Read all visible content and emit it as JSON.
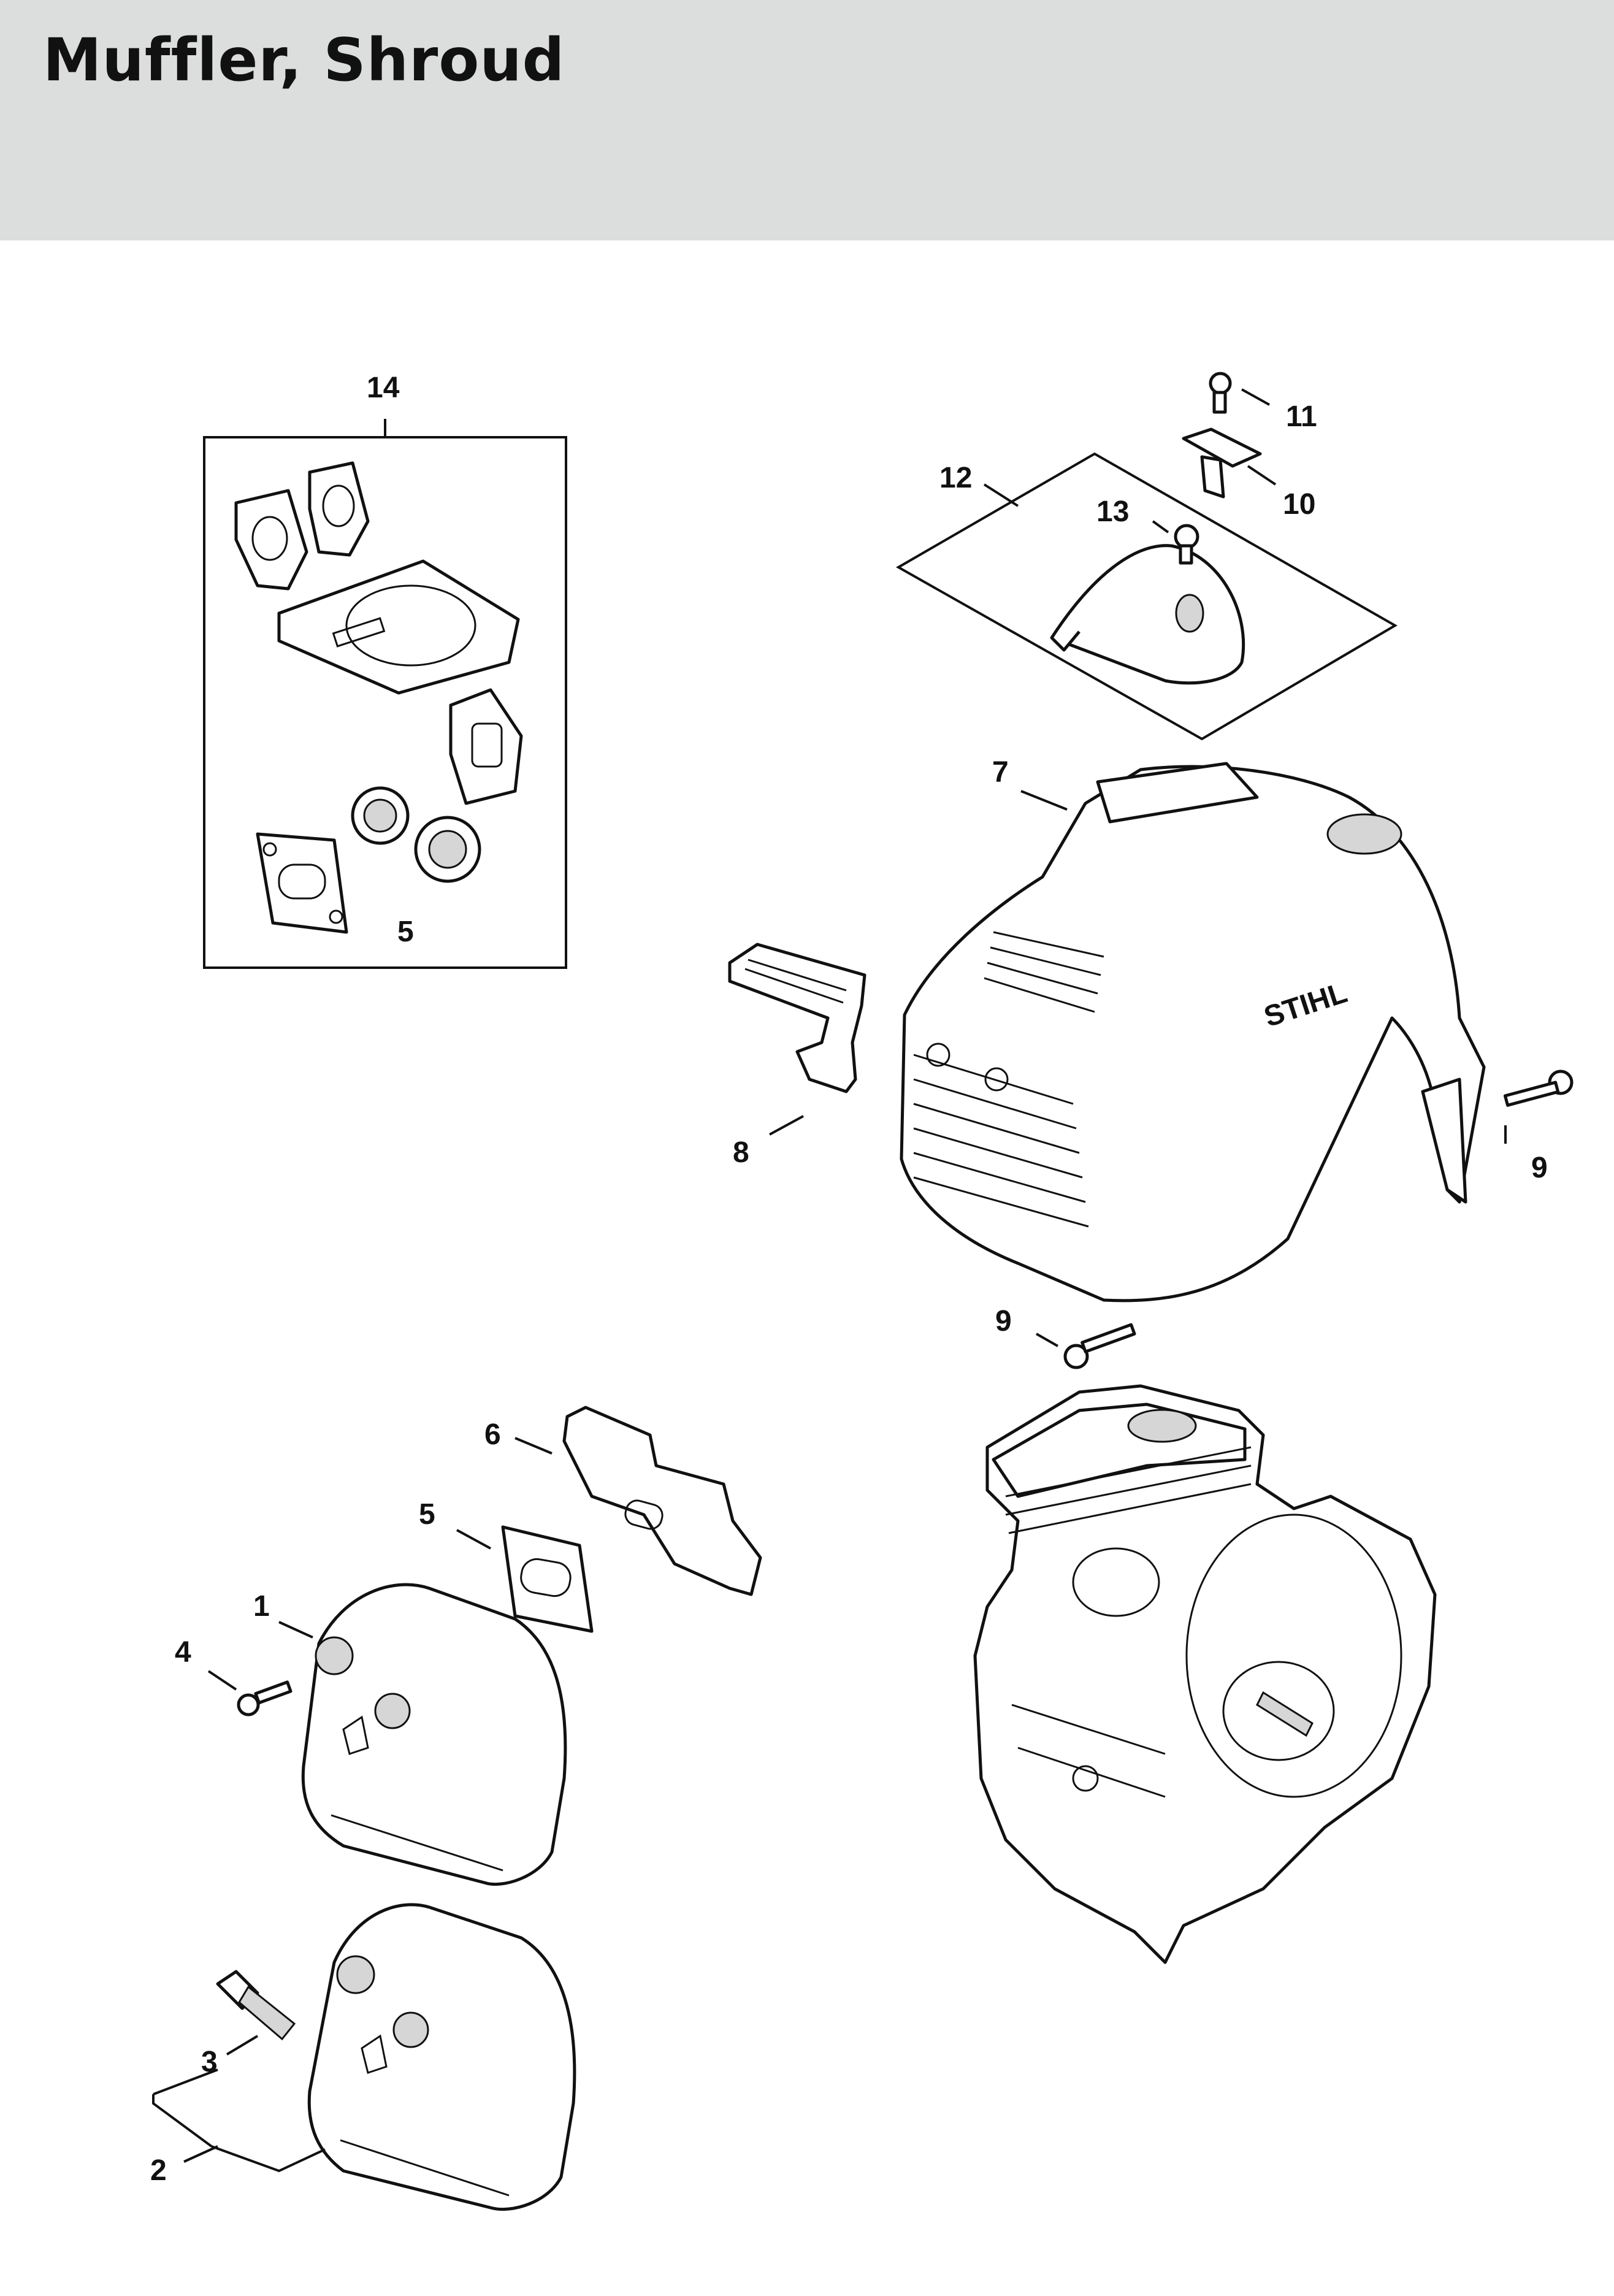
{
  "page": {
    "title": "Muffler, Shroud"
  },
  "callouts": {
    "c1": "1",
    "c2": "2",
    "c3": "3",
    "c4": "4",
    "c5a": "5",
    "c5b": "5",
    "c6": "6",
    "c7": "7",
    "c8": "8",
    "c9a": "9",
    "c9b": "9",
    "c10": "10",
    "c11": "11",
    "c12": "12",
    "c13": "13",
    "c14": "14"
  },
  "brand": {
    "logo_text": "STIHL"
  }
}
